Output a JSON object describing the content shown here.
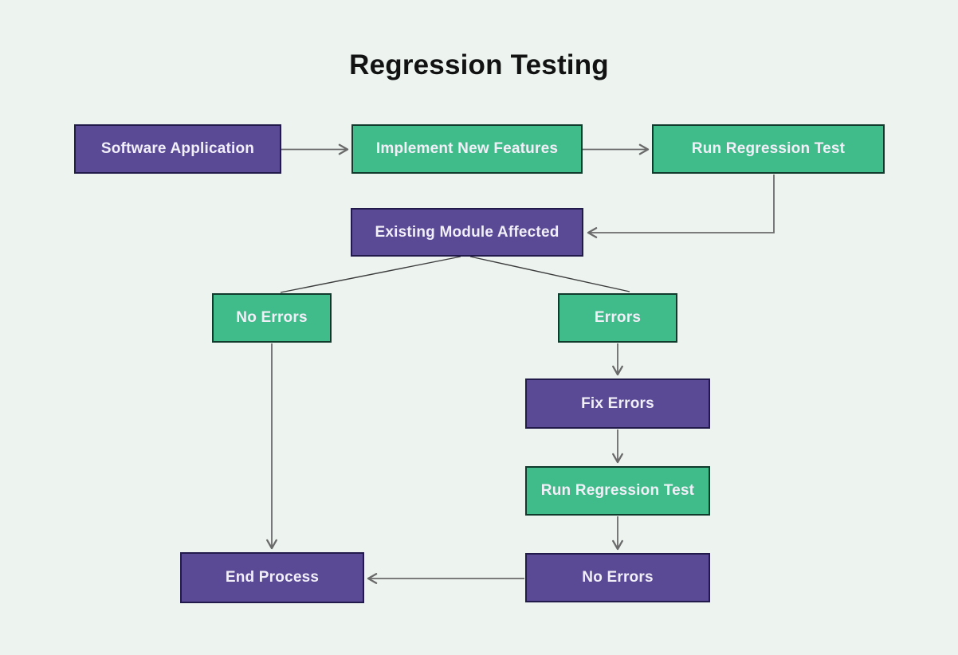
{
  "title": "Regression Testing",
  "colors": {
    "background": "#edf4f0",
    "node_purple": "#5a4a96",
    "node_green": "#40bc8a",
    "node_border_purple": "#221a4a",
    "node_border_green": "#103a2b",
    "node_text": "#f2eff9",
    "title_text": "#121212",
    "connector": "#6a6a6a",
    "branch_line": "#3c3c3c"
  },
  "nodes": [
    {
      "label": "Software Application",
      "type": "purple"
    },
    {
      "label": "Implement New Features",
      "type": "green"
    },
    {
      "label": "Run Regression Test",
      "type": "green"
    },
    {
      "label": "Existing Module Affected",
      "type": "purple"
    },
    {
      "label": "No Errors",
      "type": "green"
    },
    {
      "label": "Errors",
      "type": "green"
    },
    {
      "label": "Fix Errors",
      "type": "purple"
    },
    {
      "label": "Run Regression Test",
      "type": "green"
    },
    {
      "label": "No Errors",
      "type": "purple"
    },
    {
      "label": "End Process",
      "type": "purple"
    }
  ]
}
